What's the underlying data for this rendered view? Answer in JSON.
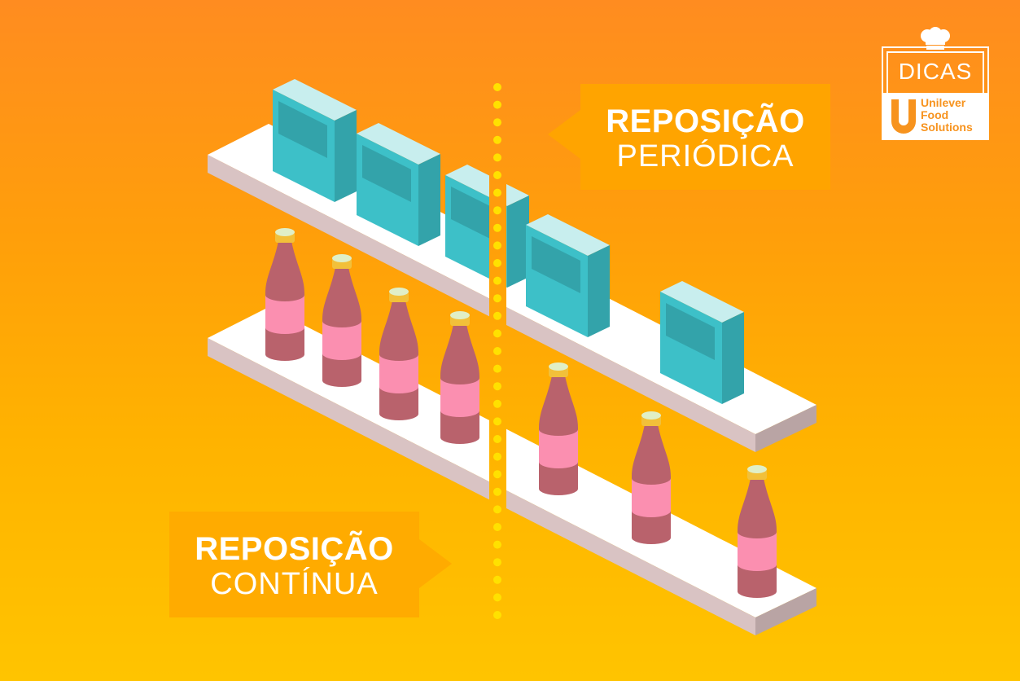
{
  "labels": {
    "periodic": {
      "line1": "REPOSIÇÃO",
      "line2": "PERIÓDICA"
    },
    "continuous": {
      "line1": "REPOSIÇÃO",
      "line2": "CONTÍNUA"
    }
  },
  "logo": {
    "title": "DICAS",
    "brand_lines": [
      "Unilever",
      "Food",
      "Solutions"
    ]
  },
  "colors": {
    "shelf_top": "#ffffff",
    "shelf_side": "#d9c3c3",
    "box_front": "#3dc0c8",
    "box_side": "#33a3aa",
    "box_top": "#c8eeee",
    "bottle_body": "#b9626c",
    "bottle_label": "#fb8fb0",
    "cap": "#f2c03a",
    "cap_top": "#e0efc7",
    "dots": "#ffe100"
  }
}
